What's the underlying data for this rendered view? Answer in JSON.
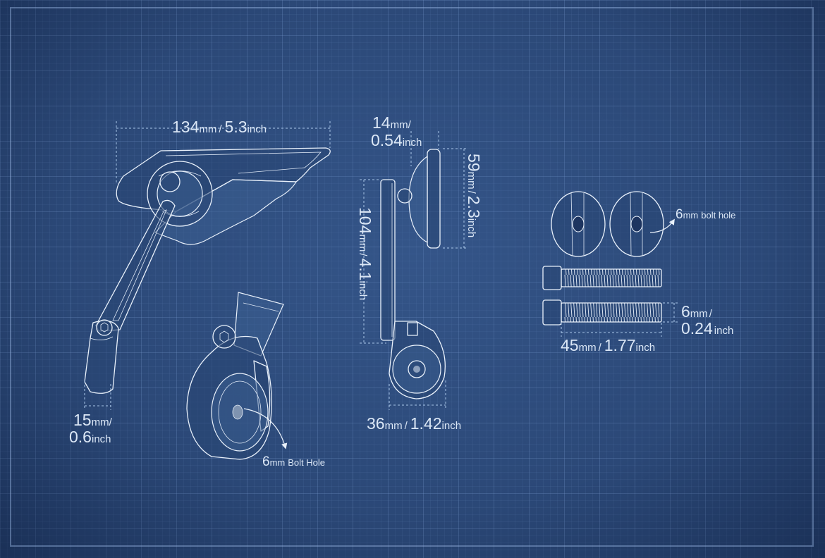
{
  "labels": {
    "mirror_width": {
      "value": "134",
      "unit": "mm",
      "sep": "/",
      "alt_value": "5.3",
      "alt_unit": "inch"
    },
    "mount_width": {
      "value": "15",
      "unit": "mm",
      "sep": "/",
      "alt_value": "0.6",
      "alt_unit": "inch"
    },
    "clamp_hole": {
      "value": "6",
      "unit": "mm",
      "text": "Bolt Hole"
    },
    "mirror_depth": {
      "value": "14",
      "unit": "mm",
      "sep": "/",
      "alt_value": "0.54",
      "alt_unit": "inch"
    },
    "mirror_height": {
      "value": "59",
      "unit": "mm",
      "sep": "/",
      "alt_value": "2.3",
      "alt_unit": "inch"
    },
    "arm_length": {
      "value": "104",
      "unit": "mm",
      "sep": "/",
      "alt_value": "4.1",
      "alt_unit": "inch"
    },
    "clamp_width": {
      "value": "36",
      "unit": "mm",
      "sep": "/",
      "alt_value": "1.42",
      "alt_unit": "inch"
    },
    "washer_hole": {
      "value": "6",
      "unit": "mm",
      "text": "bolt hole"
    },
    "bolt_diameter": {
      "value": "6",
      "unit": "mm",
      "sep": "/",
      "alt_value": "0.24",
      "alt_unit": "inch"
    },
    "bolt_length": {
      "value": "45",
      "unit": "mm",
      "sep": "/",
      "alt_value": "1.77",
      "alt_unit": "inch"
    }
  },
  "colors": {
    "background": "#2b4877",
    "line": "#e9f1fb",
    "dimension": "#a9c6e8",
    "text": "#dbe7f6"
  }
}
